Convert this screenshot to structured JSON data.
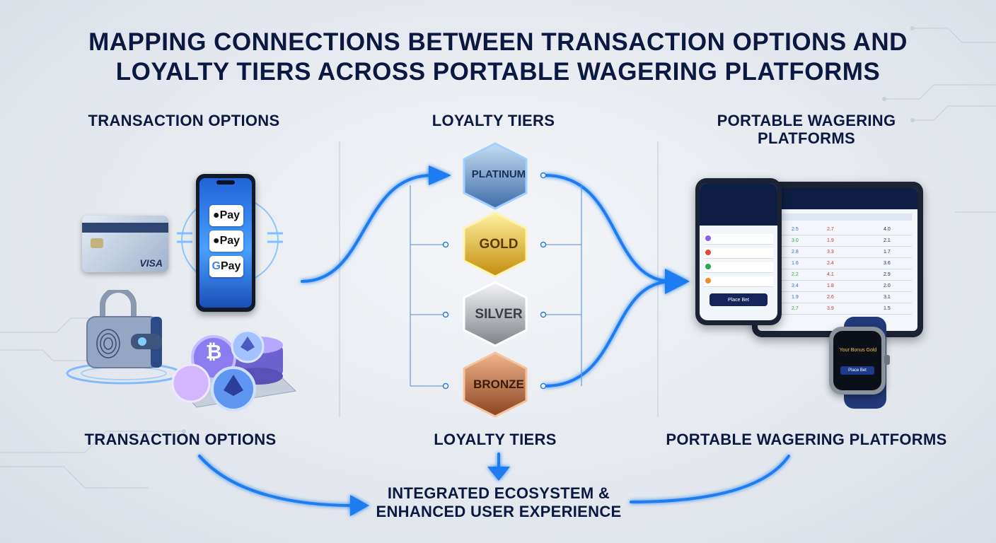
{
  "title": {
    "line1": "MAPPING CONNECTIONS BETWEEN TRANSACTION OPTIONS AND",
    "line2": "LOYALTY TIERS ACROSS PORTABLE WAGERING PLATFORMS"
  },
  "columns": {
    "transaction": "TRANSACTION OPTIONS",
    "loyalty": "LOYALTY TIERS",
    "platforms_line1": "PORTABLE WAGERING",
    "platforms_line2": "PLATFORMS"
  },
  "bottom_labels": {
    "transaction": "TRANSACTION OPTIONS",
    "loyalty": "LOYALTY TIERS",
    "platforms": "PORTABLE WAGERING PLATFORMS"
  },
  "tiers": [
    {
      "label": "PLATINUM",
      "color": "#7fa9d9"
    },
    {
      "label": "GOLD",
      "color": "#e0b321"
    },
    {
      "label": "SILVER",
      "color": "#b9bcc2"
    },
    {
      "label": "BRONZE",
      "color": "#c8764a"
    }
  ],
  "payments": {
    "card_brand": "VISA",
    "pay1": "Pay",
    "pay2": "Pay",
    "pay3": "Pay",
    "pay3_letter": "G"
  },
  "crypto": {
    "btc": "₿"
  },
  "devices": {
    "phone_button": "Place Bet",
    "watch_text": "Your Bonus Gold",
    "watch_button": "Place Bet"
  },
  "outcome": {
    "line1": "INTEGRATED ECOSYSTEM &",
    "line2": "ENHANCED USER EXPERIENCE"
  },
  "colors": {
    "flow_blue": "#1f7cf0",
    "navy": "#0b1842"
  }
}
